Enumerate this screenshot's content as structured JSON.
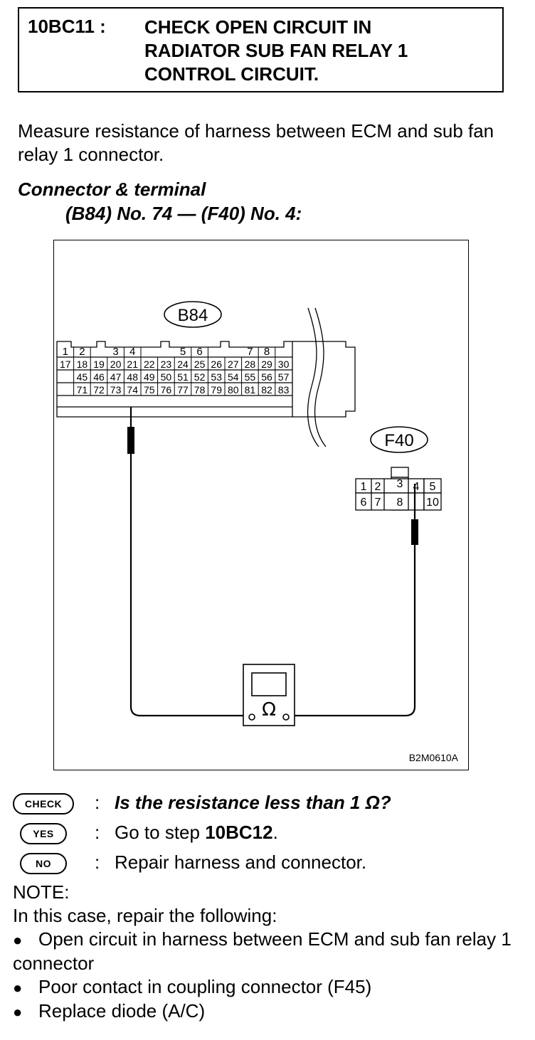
{
  "header": {
    "step_code": "10BC11 :",
    "title": "CHECK OPEN CIRCUIT IN\nRADIATOR SUB FAN RELAY 1\nCONTROL CIRCUIT."
  },
  "instruction": "Measure resistance of harness between ECM and sub fan relay 1 connector.",
  "connector": {
    "heading": "Connector & terminal",
    "terminals": "(B84) No. 74 — (F40) No. 4:"
  },
  "figure": {
    "connector_b84": {
      "label": "B84",
      "row1": [
        "1",
        "2",
        "3",
        "4",
        "5",
        "6",
        "7",
        "8"
      ],
      "row2": [
        "17",
        "18",
        "19",
        "20",
        "21",
        "22",
        "23",
        "24",
        "25",
        "26",
        "27",
        "28",
        "29",
        "30"
      ],
      "row3": [
        "45",
        "46",
        "47",
        "48",
        "49",
        "50",
        "51",
        "52",
        "53",
        "54",
        "55",
        "56",
        "57"
      ],
      "row4": [
        "71",
        "72",
        "73",
        "74",
        "75",
        "76",
        "77",
        "78",
        "79",
        "80",
        "81",
        "82",
        "83"
      ]
    },
    "connector_f40": {
      "label": "F40",
      "top": [
        "3"
      ],
      "row1": [
        "1",
        "2",
        "4",
        "5"
      ],
      "row2": [
        "6",
        "7",
        "8",
        "10"
      ]
    },
    "meter_symbol": "Ω",
    "figure_code": "B2M0610A"
  },
  "qa": {
    "check_badge": "CHECK",
    "check_text": "Is the resistance less than 1 Ω?",
    "yes_badge": "YES",
    "yes_prefix": "Go to step ",
    "yes_step": "10BC12",
    "yes_suffix": ".",
    "no_badge": "NO",
    "no_text": "Repair harness and connector.",
    "colon": ":"
  },
  "note": {
    "heading": "NOTE:",
    "intro": "In this case, repair the following:",
    "items": [
      "Open circuit in harness between ECM and sub fan relay 1 connector",
      "Poor contact in coupling connector (F45)",
      "Replace diode (A/C)"
    ]
  }
}
